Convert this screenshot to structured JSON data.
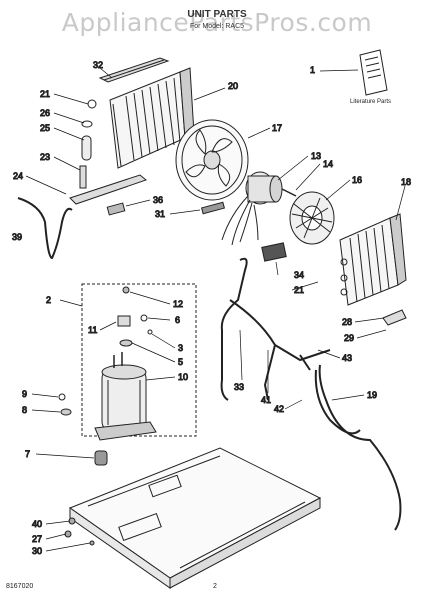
{
  "watermark": "AppliancePartsPros.com",
  "title": "UNIT PARTS",
  "subtitle": "For Model: RAC5",
  "literature_label": "Literature Parts",
  "footer": {
    "code": "8167020",
    "page": "2"
  },
  "callouts": [
    "32",
    "20",
    "1",
    "21",
    "26",
    "25",
    "17",
    "13",
    "14",
    "16",
    "18",
    "23",
    "24",
    "36",
    "31",
    "39",
    "34",
    "21",
    "2",
    "12",
    "6",
    "11",
    "3",
    "5",
    "28",
    "29",
    "43",
    "10",
    "33",
    "19",
    "41",
    "42",
    "9",
    "8",
    "7",
    "40",
    "27",
    "30"
  ]
}
